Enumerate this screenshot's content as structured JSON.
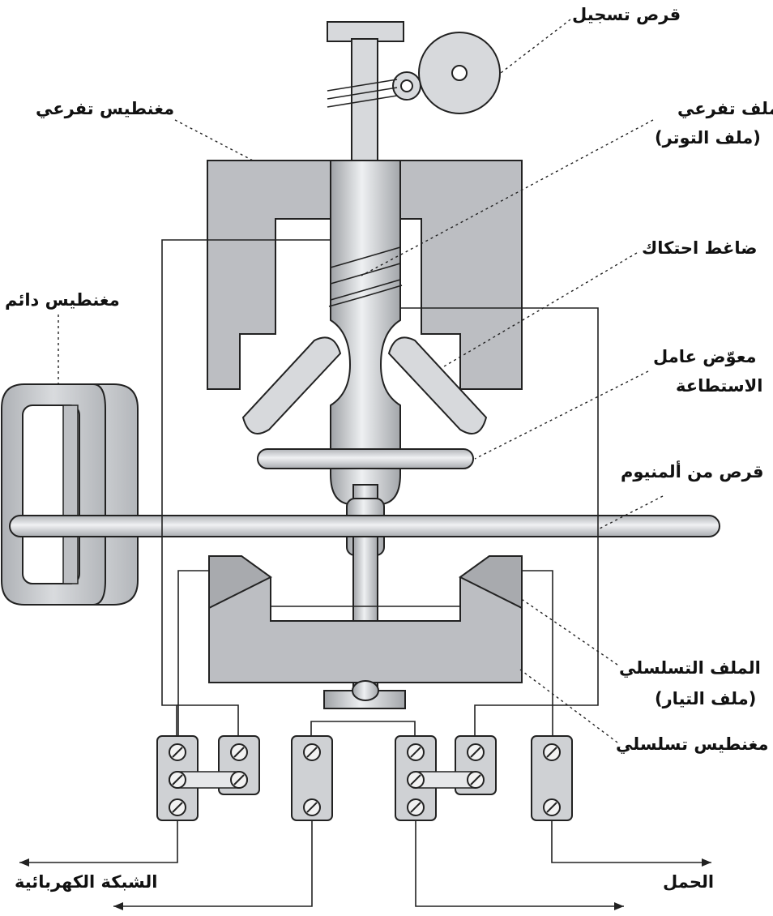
{
  "labels": {
    "recording_disc": "قرص تسجيل",
    "shunt_magnet": "مغنطيس تفرعي",
    "shunt_coil": "ملف تفرعي",
    "voltage_coil": "(ملف التوتر)",
    "friction_press": "ضاغط احتكاك",
    "permanent_magnet": "مغنطيس دائم",
    "power_compensator_1": "معوّض عامل",
    "power_compensator_2": "الاستطاعة",
    "aluminum_disc": "قرص من ألمنيوم",
    "series_coil": "الملف التسلسلي",
    "current_coil": "(ملف التيار)",
    "series_magnet": "مغنطيس تسلسلي",
    "grid": "الشبكة الكهربائية",
    "load": "الحمل"
  },
  "colors": {
    "metal_fill": "#c9cbcf",
    "outline": "#222222",
    "background": "#ffffff"
  }
}
